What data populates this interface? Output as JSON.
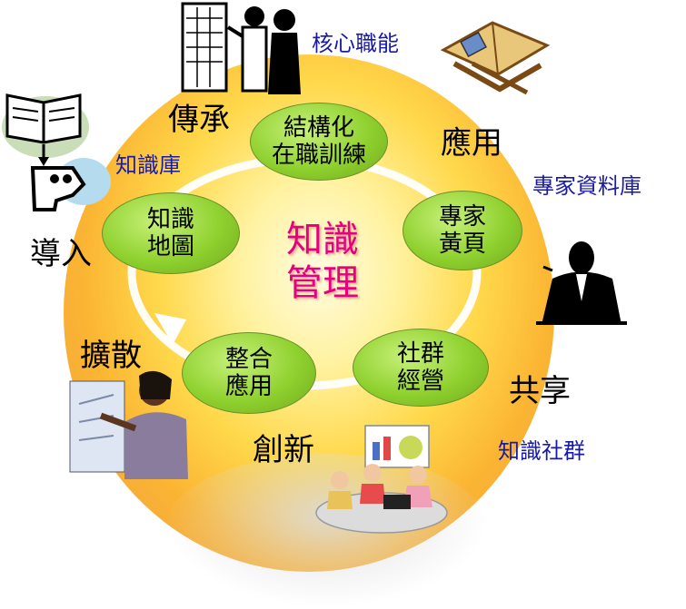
{
  "center": {
    "line1": "知識",
    "line2": "管理"
  },
  "nodes": {
    "structured_training": {
      "line1": "結構化",
      "line2": "在職訓練"
    },
    "expert_yellow_pages": {
      "line1": "專家",
      "line2": "黃頁"
    },
    "community_management": {
      "line1": "社群",
      "line2": "經營"
    },
    "integrated_application": {
      "line1": "整合",
      "line2": "應用"
    },
    "knowledge_map": {
      "line1": "知識",
      "line2": "地圖"
    }
  },
  "verbs": {
    "inherit": "傳承",
    "apply": "應用",
    "introduce": "導入",
    "share": "共享",
    "diffuse": "擴散",
    "innovate": "創新"
  },
  "labels": {
    "core_competency": "核心職能",
    "knowledge_base": "知識庫",
    "expert_database": "專家資料庫",
    "knowledge_community": "知識社群"
  },
  "colors": {
    "center_text": "#e6007e",
    "label_text": "#1a1aa8",
    "node_fill": "#8fd12f",
    "glow": "#ffd84a"
  }
}
